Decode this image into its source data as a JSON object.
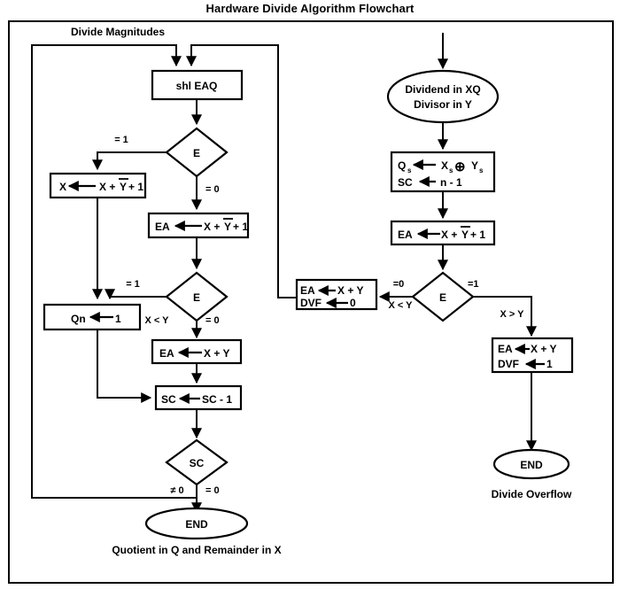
{
  "title": "Hardware Divide Algorithm Flowchart",
  "section_labels": {
    "divide_magnitudes": "Divide Magnitudes",
    "quotient_remainder": "Quotient in Q and Remainder in X",
    "divide_overflow": "Divide Overflow"
  },
  "nodes": {
    "start": {
      "line1": "Dividend in XQ",
      "line2": "Divisor in Y"
    },
    "init": {
      "line1_lhs": "Q",
      "line1_sub": "s",
      "line1_rhs_a": "X",
      "line1_rhs_a_sub": "s",
      "line1_op": "⊕",
      "line1_rhs_b": "Y",
      "line1_rhs_b_sub": "s",
      "line2_lhs": "SC",
      "line2_rhs": "n - 1"
    },
    "ea_sub_right": {
      "lhs": "EA",
      "rhs_pre": "X +",
      "rhs_bar": "Y",
      "rhs_post": "+ 1"
    },
    "e_decision_right": {
      "label": "E"
    },
    "ea_dvf_zero": {
      "line1_lhs": "EA",
      "line1_rhs": "X + Y",
      "line2_lhs": "DVF",
      "line2_rhs": "0"
    },
    "ea_dvf_one": {
      "line1_lhs": "EA",
      "line1_rhs": "X + Y",
      "line2_lhs": "DVF",
      "line2_rhs": "1"
    },
    "end_overflow": {
      "label": "END"
    },
    "shl_eaq": {
      "label": "shl EAQ"
    },
    "e_decision_1": {
      "label": "E"
    },
    "x_sub": {
      "lhs": "X",
      "rhs_pre": "X +",
      "rhs_bar": "Y",
      "rhs_post": "+ 1"
    },
    "ea_sub_left": {
      "lhs": "EA",
      "rhs_pre": "X +",
      "rhs_bar": "Y",
      "rhs_post": "+ 1"
    },
    "e_decision_2": {
      "label": "E"
    },
    "qn_set": {
      "lhs": "Qn",
      "rhs": "1"
    },
    "ea_add": {
      "lhs": "EA",
      "rhs": "X + Y"
    },
    "sc_dec": {
      "lhs": "SC",
      "rhs": "SC - 1"
    },
    "sc_decision": {
      "label": "SC"
    },
    "end_main": {
      "label": "END"
    }
  },
  "edge_labels": {
    "e_right_zero": "=0",
    "e_right_one": "=1",
    "x_less_y_right": "X < Y",
    "x_greater_y": "X > Y",
    "e1_one": "= 1",
    "e1_zero": "= 0",
    "e2_one": "= 1",
    "e2_zero": "= 0",
    "x_less_y_left": "X < Y",
    "sc_nonzero": "≠ 0",
    "sc_zero": "= 0"
  },
  "colors": {
    "stroke": "#000000",
    "fill": "#ffffff",
    "text": "#000000"
  }
}
